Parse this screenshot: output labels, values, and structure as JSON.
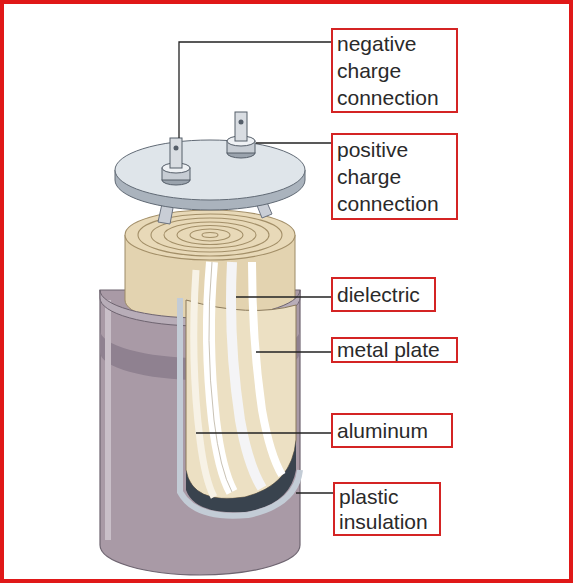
{
  "diagram": {
    "nodes": [
      {
        "text": [
          "negative charge connection"
        ]
      },
      {
        "text": [
          "positive charge connection"
        ]
      },
      {
        "text": [
          "dielectric"
        ]
      },
      {
        "text": [
          "metal plate"
        ]
      },
      {
        "text": [
          "aluminum"
        ]
      },
      {
        "text": [
          "plastic insulation"
        ]
      }
    ]
  }
}
